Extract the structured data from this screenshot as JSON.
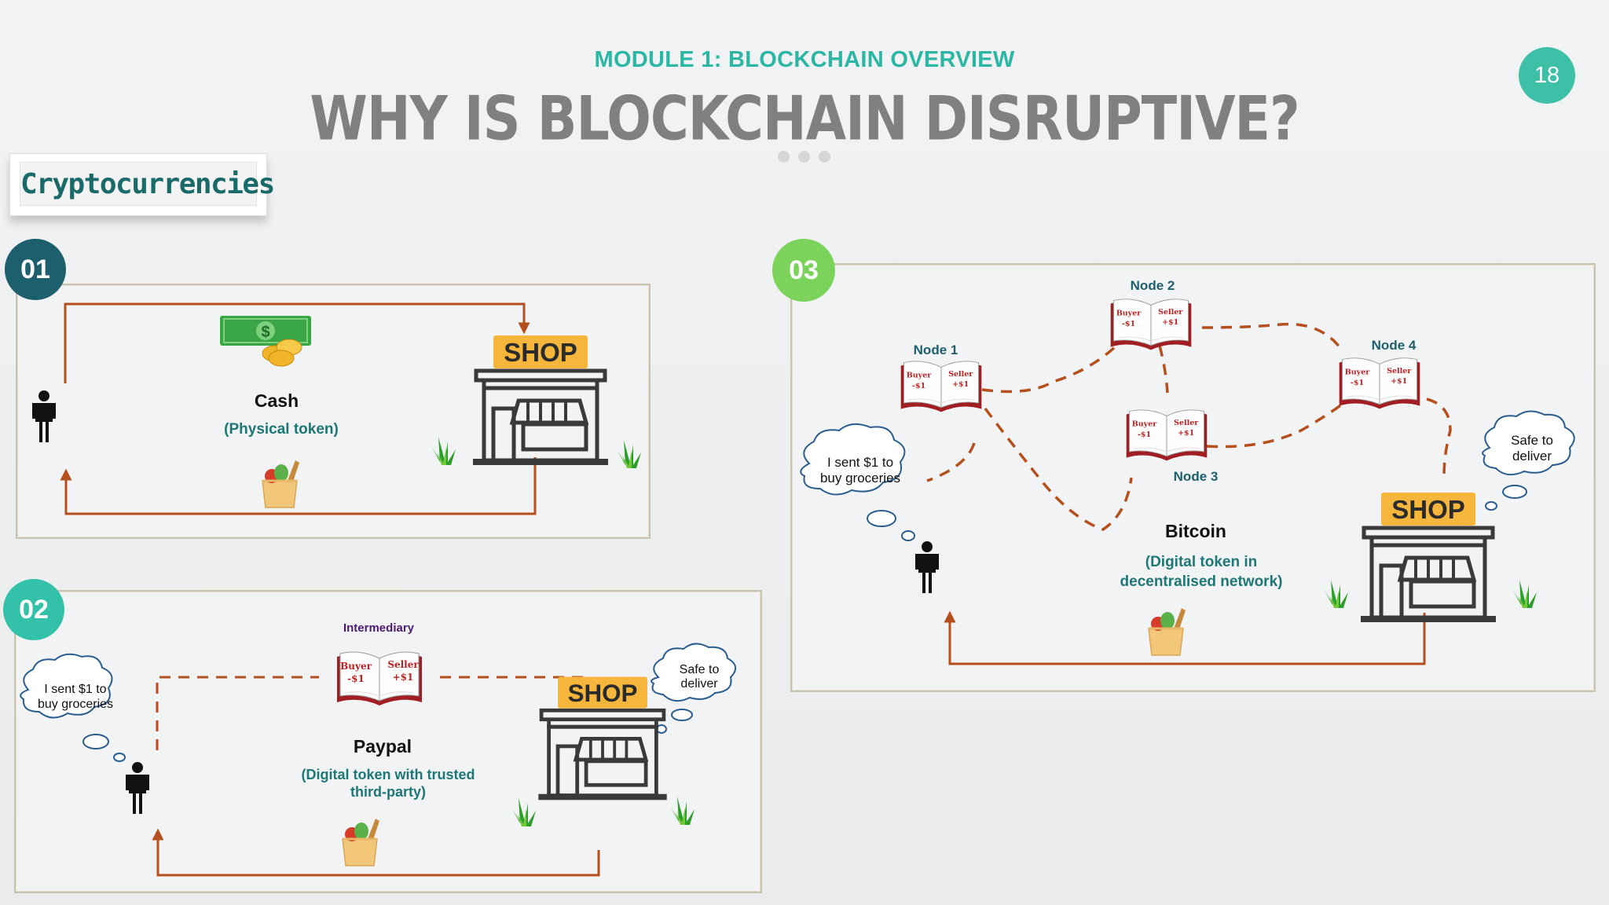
{
  "header": {
    "module": "MODULE 1: BLOCKCHAIN OVERVIEW",
    "title": "WHY IS BLOCKCHAIN DISRUPTIVE?",
    "page_number": "18"
  },
  "badge": {
    "label": "Cryptocurrencies"
  },
  "panel1": {
    "number": "01",
    "token_name": "Cash",
    "token_desc": "(Physical token)",
    "shop_sign": "SHOP"
  },
  "panel2": {
    "number": "02",
    "intermediary": "Intermediary",
    "ledger_left": "Buyer",
    "ledger_left_amt": "-$1",
    "ledger_right": "Seller",
    "ledger_right_amt": "+$1",
    "buyer_bubble_1": "I sent $1 to",
    "buyer_bubble_2": "buy groceries",
    "shop_bubble_1": "Safe to",
    "shop_bubble_2": "deliver",
    "token_name": "Paypal",
    "token_desc_1": "(Digital token with trusted",
    "token_desc_2": "third-party)",
    "shop_sign": "SHOP"
  },
  "panel3": {
    "number": "03",
    "node1": "Node 1",
    "node2": "Node 2",
    "node3": "Node 3",
    "node4": "Node 4",
    "ledger_left": "Buyer",
    "ledger_left_amt": "-$1",
    "ledger_right": "Seller",
    "ledger_right_amt": "+$1",
    "buyer_bubble_1": "I sent $1 to",
    "buyer_bubble_2": "buy groceries",
    "shop_bubble_1": "Safe to",
    "shop_bubble_2": "deliver",
    "token_name": "Bitcoin",
    "token_desc_1": "(Digital token in",
    "token_desc_2": "decentralised network)",
    "shop_sign": "SHOP"
  },
  "colors": {
    "teal": "#2cb6a4",
    "dark_teal": "#1e5f6e",
    "green_circle": "#7cd35c",
    "arrow": "#b5501e",
    "token_text": "#1d7777",
    "shop_sign": "#f6b63c"
  },
  "icons": [
    "person-icon",
    "dollar-bills-icon",
    "coins-icon",
    "grocery-bag-icon",
    "shop-icon",
    "grass-icon",
    "ledger-book-icon",
    "thought-bubble-icon"
  ]
}
